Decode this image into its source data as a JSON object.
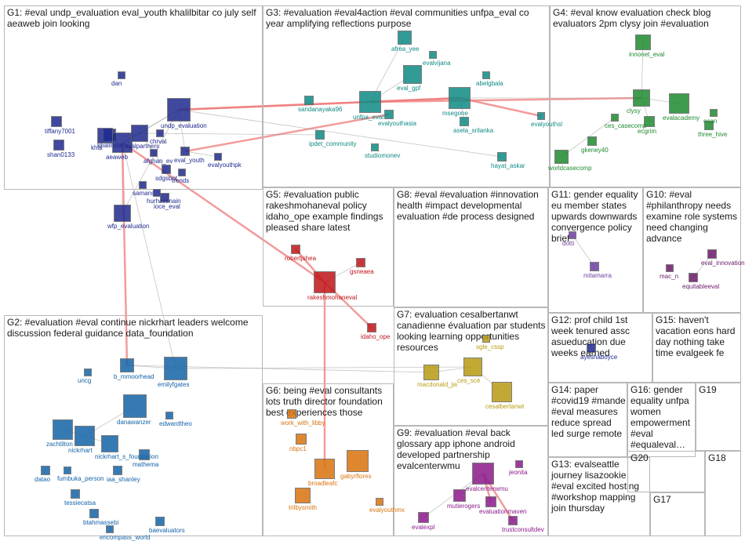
{
  "groups": [
    {
      "id": "G1",
      "title": "G1: #eval undp_evaluation eval_youth khalilbitar co july self aeaweb join looking"
    },
    {
      "id": "G2",
      "title": "G2: #evaluation #eval continue nickrhart leaders welcome discussion federal guidance data_foundation"
    },
    {
      "id": "G3",
      "title": "G3: #evaluation #eval4action #eval communities unfpa_eval co year amplifying reflections purpose"
    },
    {
      "id": "G4",
      "title": "G4: #eval know evaluation check blog evaluators 2pm clysy join #evaluation"
    },
    {
      "id": "G5",
      "title": "G5: #evaluation public rakeshmohaneval policy idaho_ope example findings pleased share latest"
    },
    {
      "id": "G6",
      "title": "G6: being #eval consultants lots truth director foundation best experiences those"
    },
    {
      "id": "G7",
      "title": "G7: evaluation cesalbertanwt canadienne évaluation par students looking learning opportunities resources"
    },
    {
      "id": "G8",
      "title": "G8: #eval #evaluation #innovation health #impact developmental evaluation #de process designed"
    },
    {
      "id": "G9",
      "title": "G9: #evaluation #eval back glossary app iphone android developed partnership evalcenterwmu"
    },
    {
      "id": "G10",
      "title": "G10: #eval #philanthropy needs examine role systems need changing advance"
    },
    {
      "id": "G11",
      "title": "G11: gender equality eu member states upwards downwards convergence policy brief"
    },
    {
      "id": "G12",
      "title": "G12: prof child 1st week tenured assc asueducation due weeks earned"
    },
    {
      "id": "G13",
      "title": "G13: evalseattle journey lisazookie #eval excited hosting #workshop mapping join thursday"
    },
    {
      "id": "G14",
      "title": "G14: paper #covid19 #mande #eval measures reduce spread led surge remote"
    },
    {
      "id": "G15",
      "title": "G15: haven't vacation eons hard day nothing take time evalgeek fe"
    },
    {
      "id": "G16",
      "title": "G16: gender equality unfpa women empowerment #eval #equaleval…"
    },
    {
      "id": "G17",
      "title": "G17"
    },
    {
      "id": "G18",
      "title": "G18"
    },
    {
      "id": "G19",
      "title": "G19"
    },
    {
      "id": "G20",
      "title": "G20"
    }
  ],
  "nodes": [
    {
      "label": "khalilbitar",
      "color": "#1f2a8c",
      "icon": "profile-photo"
    },
    {
      "label": "dan",
      "color": "#1f2a8c",
      "icon": "profile-photo"
    },
    {
      "label": "tiffany7001",
      "color": "#1f2a8c",
      "icon": "profile-photo"
    },
    {
      "label": "shan0133",
      "color": "#1f2a8c",
      "icon": "profile-photo"
    },
    {
      "label": "khal",
      "color": "#1f2a8c",
      "icon": "profile-photo"
    },
    {
      "label": "aeaweb",
      "color": "#1f2a8c",
      "icon": "aea-logo"
    },
    {
      "label": "evalpartners",
      "color": "#1f2a8c",
      "icon": "evalpartners-logo"
    },
    {
      "label": "afghan_ev",
      "color": "#1f2a8c",
      "icon": "profile-photo"
    },
    {
      "label": "undp_evaluation",
      "color": "#1f2a8c",
      "icon": "ieo-logo"
    },
    {
      "label": "eval_youth",
      "color": "#1f2a8c",
      "icon": "profile-photo"
    },
    {
      "label": "evalyouthpk",
      "color": "#1f2a8c",
      "icon": "profile-photo"
    },
    {
      "label": "sdgsbot",
      "color": "#1f2a8c",
      "icon": "sdg-wheel"
    },
    {
      "label": "samans",
      "color": "#1f2a8c",
      "icon": "profile-photo"
    },
    {
      "label": "hurhassnain",
      "color": "#1f2a8c",
      "icon": "profile-photo"
    },
    {
      "label": "ioce_eval",
      "color": "#1f2a8c",
      "icon": "profile-photo"
    },
    {
      "label": "wfp_evaluation",
      "color": "#1f2a8c",
      "icon": "wfp-logo"
    },
    {
      "label": "trends",
      "color": "#1f2a8c",
      "icon": "profile-photo"
    },
    {
      "label": "chrval",
      "color": "#1f2a8c",
      "icon": "profile-photo"
    },
    {
      "label": "b_mmoorhead",
      "color": "#1463a8",
      "icon": "profile-photo"
    },
    {
      "label": "emilyfgates",
      "color": "#1463a8",
      "icon": "profile-photo"
    },
    {
      "label": "uncg",
      "color": "#1463a8",
      "icon": "profile-photo"
    },
    {
      "label": "danawanzer",
      "color": "#1463a8",
      "icon": "profile-photo"
    },
    {
      "label": "zachtilton",
      "color": "#1463a8",
      "icon": "profile-photo"
    },
    {
      "label": "nickrhart",
      "color": "#1463a8",
      "icon": "profile-photo"
    },
    {
      "label": "nickrhart_s_foundation",
      "color": "#1463a8",
      "icon": "data-logo"
    },
    {
      "label": "mathema",
      "color": "#1463a8",
      "icon": "profile-photo"
    },
    {
      "label": "datao",
      "color": "#1463a8",
      "icon": "profile-photo"
    },
    {
      "label": "fumbuka_person",
      "color": "#1463a8",
      "icon": "profile-photo"
    },
    {
      "label": "iaa_shanley",
      "color": "#1463a8",
      "icon": "profile-photo"
    },
    {
      "label": "tessiecatsa",
      "color": "#1463a8",
      "icon": "profile-photo"
    },
    {
      "label": "btahmassebi",
      "color": "#1463a8",
      "icon": "profile-photo"
    },
    {
      "label": "encompass_world",
      "color": "#1463a8",
      "icon": "profile-photo"
    },
    {
      "label": "baevaluators",
      "color": "#1463a8",
      "icon": "profile-photo"
    },
    {
      "label": "edwardtheo",
      "color": "#1463a8",
      "icon": "profile-photo"
    },
    {
      "label": "afrea_yee",
      "color": "#0e8a84",
      "icon": "afrea-logo"
    },
    {
      "label": "evalvijana",
      "color": "#0e8a84",
      "icon": "profile-photo"
    },
    {
      "label": "eval_gpf",
      "color": "#0e8a84",
      "icon": "gpf-logo"
    },
    {
      "label": "sandanayaka96",
      "color": "#0e8a84",
      "icon": "profile-photo"
    },
    {
      "label": "unfpa_eval",
      "color": "#0e8a84",
      "icon": "unfpa-logo"
    },
    {
      "label": "evalyouthasia",
      "color": "#0e8a84",
      "icon": "profile-photo"
    },
    {
      "label": "msegone",
      "color": "#0e8a84",
      "icon": "profile-photo"
    },
    {
      "label": "abelgbala",
      "color": "#0e8a84",
      "icon": "profile-photo"
    },
    {
      "label": "asela_srilanka",
      "color": "#0e8a84",
      "icon": "profile-photo"
    },
    {
      "label": "evalyouthsl",
      "color": "#0e8a84",
      "icon": "profile-photo"
    },
    {
      "label": "ipdet_community",
      "color": "#0e8a84",
      "icon": "profile-photo"
    },
    {
      "label": "studiomonev",
      "color": "#0e8a84",
      "icon": "profile-photo"
    },
    {
      "label": "hayat_askar",
      "color": "#0e8a84",
      "icon": "profile-photo"
    },
    {
      "label": "innonet_eval",
      "color": "#1e8a2e",
      "icon": "innonet-logo"
    },
    {
      "label": "clysy",
      "color": "#1e8a2e",
      "icon": "profile-photo"
    },
    {
      "label": "evalacademy",
      "color": "#1e8a2e",
      "icon": "evalacademy-logo"
    },
    {
      "label": "ecgrim",
      "color": "#1e8a2e",
      "icon": "profile-photo"
    },
    {
      "label": "ces_casecomp",
      "color": "#1e8a2e",
      "icon": "profile-photo"
    },
    {
      "label": "gkeney40",
      "color": "#1e8a2e",
      "icon": "profile-photo"
    },
    {
      "label": "worldcasecomp",
      "color": "#1e8a2e",
      "icon": "wcc-logo"
    },
    {
      "label": "three_hive",
      "color": "#1e8a2e",
      "icon": "profile-photo"
    },
    {
      "label": "ocan",
      "color": "#1e8a2e",
      "icon": "profile-photo"
    },
    {
      "label": "robertjshea",
      "color": "#c0151a",
      "icon": "profile-photo"
    },
    {
      "label": "gsneaea",
      "color": "#c0151a",
      "icon": "profile-photo"
    },
    {
      "label": "rakeshmohaneval",
      "color": "#c0151a",
      "icon": "profile-photo"
    },
    {
      "label": "idaho_ope",
      "color": "#c0151a",
      "icon": "profile-photo"
    },
    {
      "label": "macdonald_jw",
      "color": "#b89b12",
      "icon": "profile-photo"
    },
    {
      "label": "ces_scé",
      "color": "#b89b12",
      "icon": "ces-logo"
    },
    {
      "label": "cesalbertanwt",
      "color": "#b89b12",
      "icon": "profile-photo"
    },
    {
      "label": "sgle_cssp",
      "color": "#b89b12",
      "icon": "profile-photo"
    },
    {
      "label": "work_with_libby",
      "color": "#d9730d",
      "icon": "profile-photo"
    },
    {
      "label": "nbpc1",
      "color": "#d9730d",
      "icon": "profile-photo"
    },
    {
      "label": "broadleafc",
      "color": "#d9730d",
      "icon": "profile-photo"
    },
    {
      "label": "gabyrflores",
      "color": "#d9730d",
      "icon": "profile-photo"
    },
    {
      "label": "evalyouthmx",
      "color": "#d9730d",
      "icon": "profile-photo"
    },
    {
      "label": "trilbysmith",
      "color": "#d9730d",
      "icon": "profile-photo"
    },
    {
      "label": "evalcenterwmu",
      "color": "#8b1a8b",
      "icon": "wmu-logo"
    },
    {
      "label": "evaluationmaven",
      "color": "#8b1a8b",
      "icon": "profile-photo"
    },
    {
      "label": "mutierogers",
      "color": "#8b1a8b",
      "icon": "profile-photo"
    },
    {
      "label": "trustconsultdev",
      "color": "#8b1a8b",
      "icon": "profile-photo"
    },
    {
      "label": "evalexpl",
      "color": "#8b1a8b",
      "icon": "profile-photo"
    },
    {
      "label": "jeonita",
      "color": "#8b1a8b",
      "icon": "profile-photo"
    },
    {
      "label": "mitamarra",
      "color": "#6b3fa0",
      "icon": "profile-photo"
    },
    {
      "label": "dotti",
      "color": "#6b3fa0",
      "icon": "profile-photo"
    },
    {
      "label": "eval_innovation",
      "color": "#6b1a6b",
      "icon": "profile-photo"
    },
    {
      "label": "mac_n",
      "color": "#6b1a6b",
      "icon": "profile-photo"
    },
    {
      "label": "equitableeval",
      "color": "#6b1a6b",
      "icon": "profile-photo"
    },
    {
      "label": "ayeshaboyce",
      "color": "#1f2a8c",
      "icon": "profile-photo"
    }
  ],
  "colors": {
    "edge": "#9e9e9e",
    "edge_strong": "#f07a7a",
    "box_border": "#b8b8b8",
    "background": "#ffffff"
  }
}
